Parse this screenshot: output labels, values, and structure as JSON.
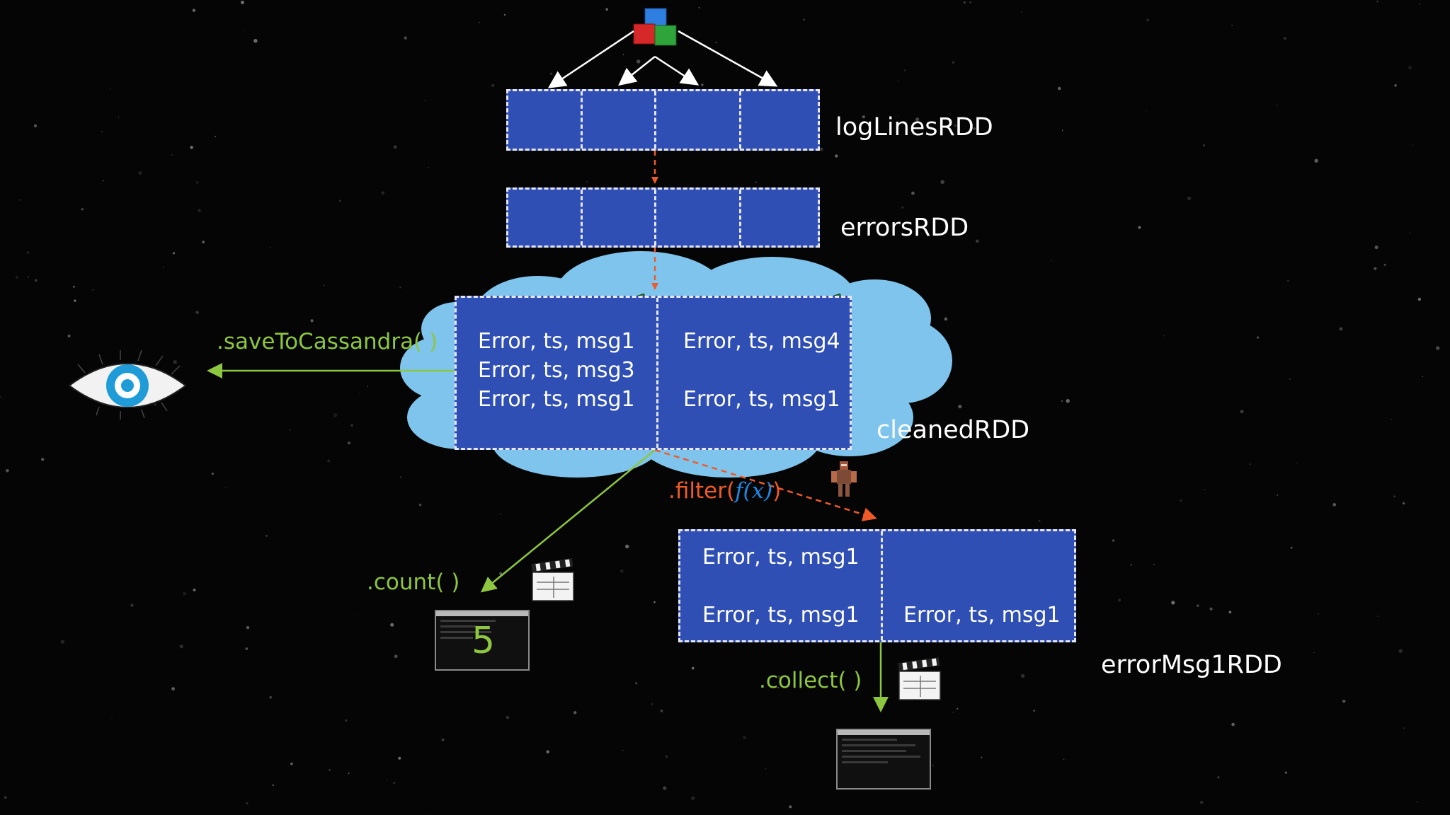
{
  "rdds": {
    "logLines": {
      "label": "logLinesRDD"
    },
    "errors": {
      "label": "errorsRDD"
    },
    "cleaned": {
      "label": "cleanedRDD",
      "partitions": [
        {
          "records": [
            "Error, ts, msg1",
            "Error, ts, msg3",
            "Error, ts, msg1"
          ]
        },
        {
          "records": [
            "Error, ts, msg4",
            "",
            "Error, ts, msg1"
          ]
        }
      ]
    },
    "errorMsg1": {
      "label": "errorMsg1RDD",
      "partitions": [
        {
          "records": [
            "Error, ts, msg1",
            "Error, ts, msg1"
          ]
        },
        {
          "records": [
            "Error, ts, msg1"
          ]
        }
      ]
    }
  },
  "operations": {
    "saveToCassandra": ".saveToCassandra(  )",
    "filter_prefix": ".filter(",
    "filter_fx": "f(x)",
    "filter_suffix": ")",
    "count": ".count(  )",
    "collect": ".collect(  )"
  },
  "count_result": "5",
  "icons": {
    "source": "data-source-cubes-icon",
    "memory": "ram-memory-icon",
    "cassandra": "cassandra-eye-icon",
    "action": "clapperboard-icon",
    "worker": "robot-figure-icon",
    "console": "terminal-window-icon"
  },
  "colors": {
    "partition_fill": "#2f4fb4",
    "cloud": "#7fc4ec",
    "action_arrow": "#8dc63f",
    "transform_arrow": "#f05a28"
  }
}
